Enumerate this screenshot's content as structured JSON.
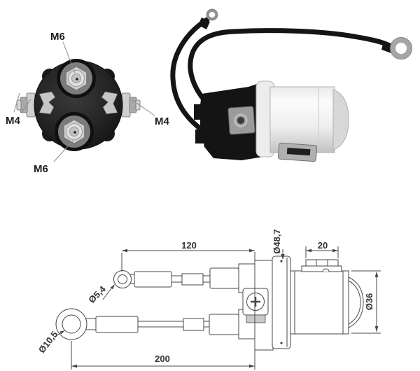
{
  "front_view": {
    "labels": {
      "top": "M6",
      "left": "M4",
      "right": "M4",
      "bottom": "M6"
    }
  },
  "drawing": {
    "dims": {
      "upper_cable_length": "120",
      "total_cable_length": "200",
      "small_ring_hole": "Ø5,4",
      "large_ring_hole": "Ø10,5",
      "flange_diameter": "Ø48,7",
      "top_connector_width": "20",
      "body_diameter": "Ø36"
    }
  },
  "colors": {
    "line_art": "#474747",
    "label_text": "#1d1d1d",
    "wire_black": "#151515",
    "terminal_metal": "#a6a6a6",
    "body_white": "#f5f5f5"
  }
}
